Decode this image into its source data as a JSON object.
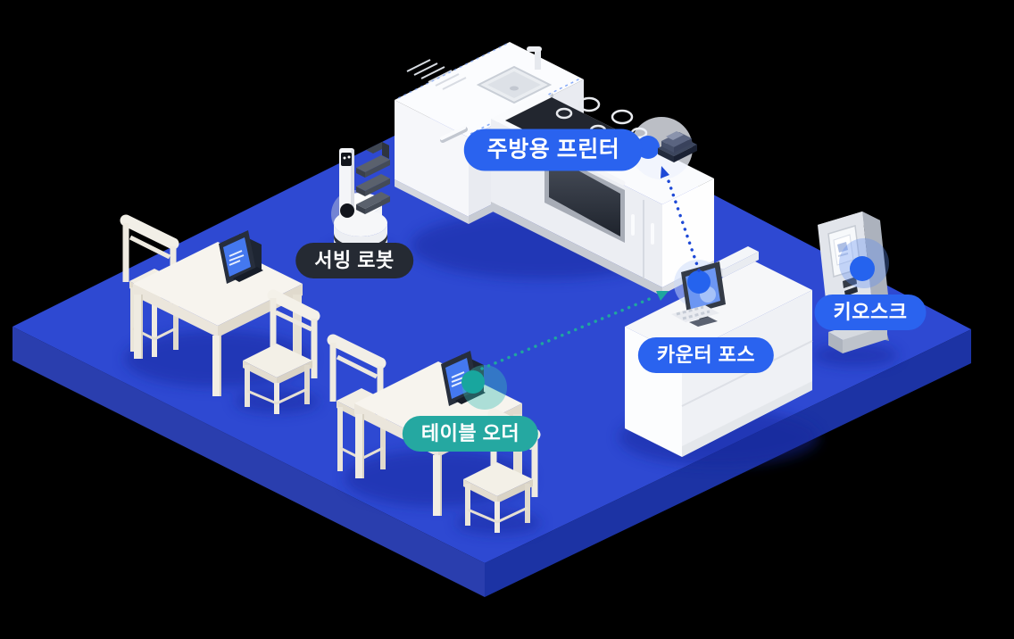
{
  "scene": {
    "background": "#000000",
    "floor": {
      "top": "#2E49D2",
      "side_left": "#2A3EAE",
      "side_right": "#1C33A4"
    }
  },
  "labels": {
    "kitchen_printer": "주방용 프린터",
    "serving_robot": "서빙 로봇",
    "counter_pos": "카운터 포스",
    "kiosk": "키오스크",
    "table_order": "테이블 오더"
  },
  "pill_colors": {
    "blue": "#2A63EF",
    "dark": "#252A33",
    "teal": "#25A8A1",
    "text": "#FFFFFF"
  },
  "highlight_colors": {
    "blue_dot": "#2563EE",
    "teal_dot": "#18A69E",
    "robot_sensor": "#12151C"
  },
  "connections": [
    {
      "from": "table_order",
      "to": "counter_pos",
      "style": "dotted-arrow",
      "color": "#1FA69E"
    },
    {
      "from": "counter_pos",
      "to": "kitchen_printer",
      "style": "dotted-arrow",
      "color": "#1E49D6"
    }
  ]
}
